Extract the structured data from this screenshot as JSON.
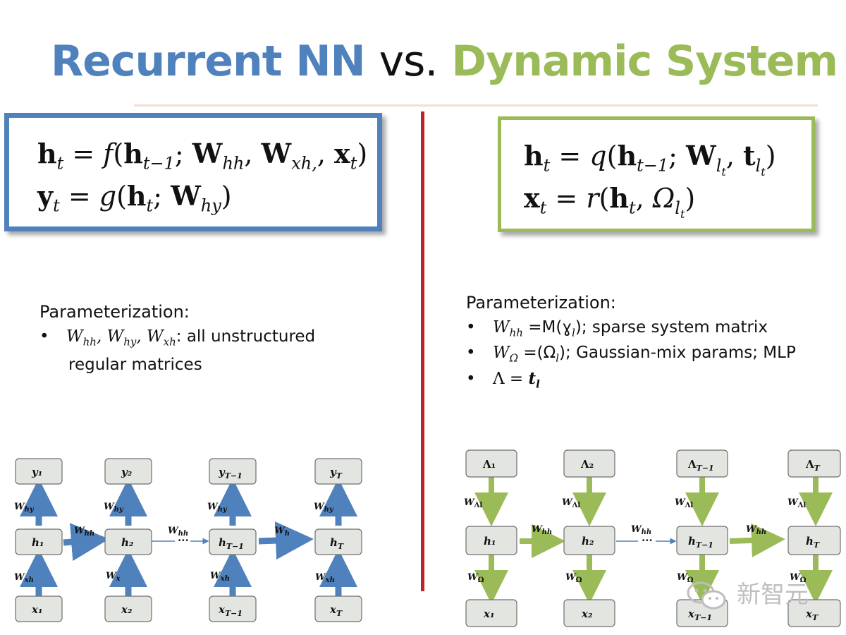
{
  "title": {
    "part1": "Recurrent NN",
    "part2": "vs.",
    "part3": "Dynamic System"
  },
  "colors": {
    "rnn_blue": "#4f81bd",
    "dyn_green": "#9bbb59",
    "divider_red": "#c0202a"
  },
  "left": {
    "param_title": "Parameterization:",
    "bullet_text_1": ": all unstructured",
    "bullet_text_2": "regular matrices"
  },
  "right": {
    "param_title": "Parameterization:",
    "bullet1_text": "=M(ɣ",
    "bullet1_tail": "); sparse system matrix",
    "bullet2_text": "=(Ω",
    "bullet2_tail": "); Gaussian-mix params; MLP"
  },
  "watermark": {
    "text": "新智元"
  }
}
